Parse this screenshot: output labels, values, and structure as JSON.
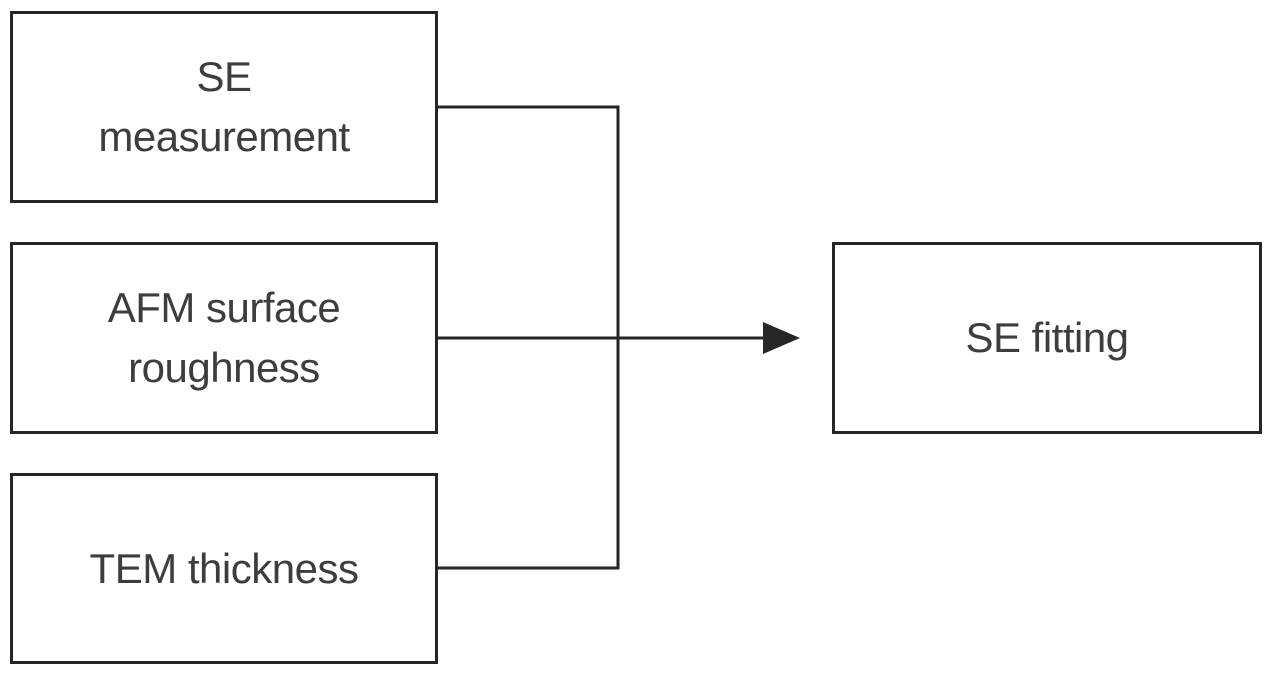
{
  "diagram": {
    "type": "flowchart",
    "nodes": [
      {
        "id": "se-measurement",
        "label": "SE\nmeasurement"
      },
      {
        "id": "afm-surface-roughness",
        "label": "AFM surface\nroughness"
      },
      {
        "id": "tem-thickness",
        "label": "TEM thickness"
      },
      {
        "id": "se-fitting",
        "label": "SE fitting"
      }
    ],
    "edges": [
      {
        "from": "se-measurement",
        "to": "se-fitting",
        "arrow": false
      },
      {
        "from": "afm-surface-roughness",
        "to": "se-fitting",
        "arrow": true
      },
      {
        "from": "tem-thickness",
        "to": "se-fitting",
        "arrow": false
      }
    ],
    "colors": {
      "stroke": "#262626",
      "text": "#3d3d3d",
      "background": "#ffffff"
    }
  }
}
